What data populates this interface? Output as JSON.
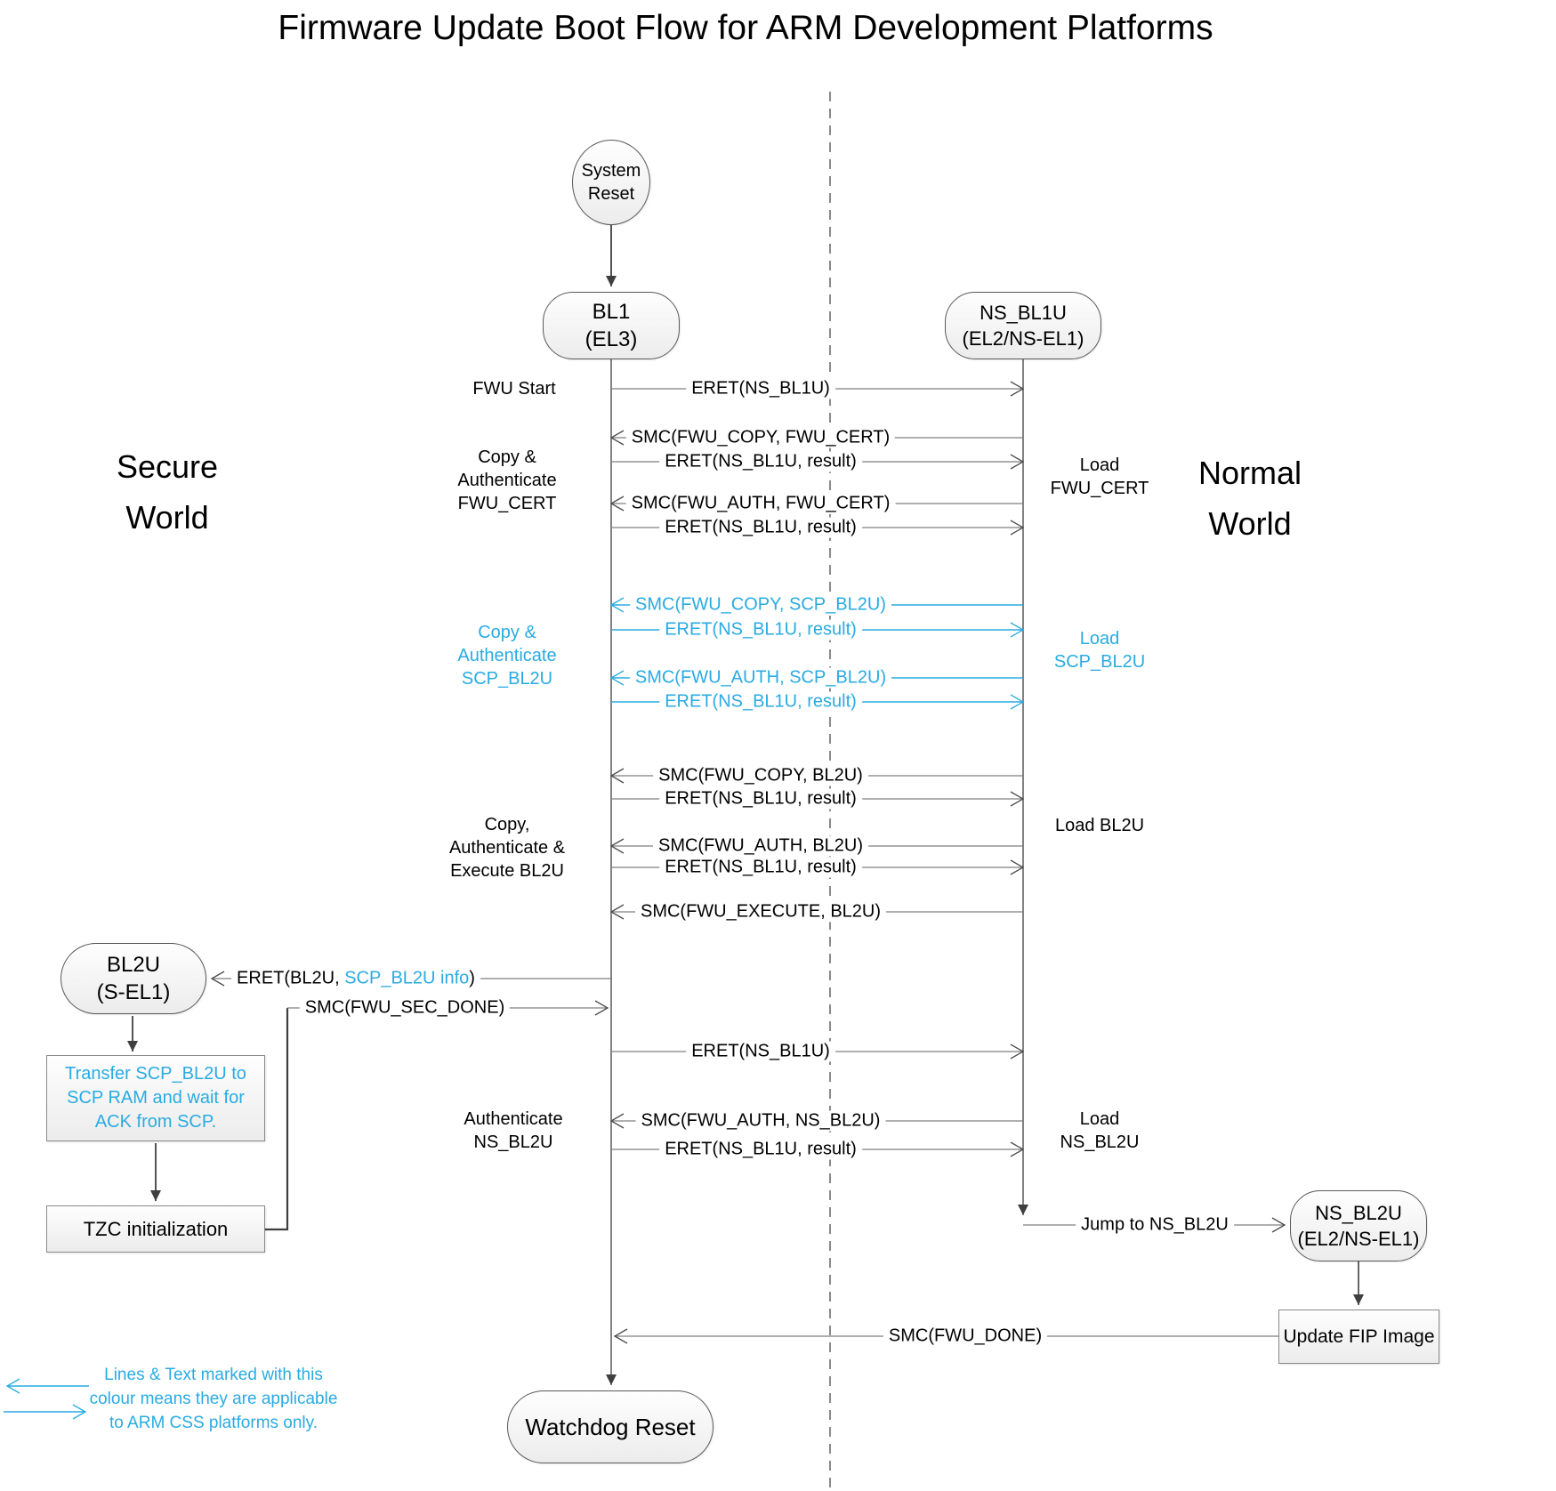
{
  "title": "Firmware Update Boot Flow for ARM Development Platforms",
  "colors": {
    "highlight": "#29ABE2",
    "line_gray": "#7f7f7f",
    "flow_dark": "#3f3f3f"
  },
  "worlds": {
    "secure": [
      "Secure",
      "World"
    ],
    "normal": [
      "Normal",
      "World"
    ]
  },
  "nodes": {
    "system_reset": {
      "lines": [
        "System",
        "Reset"
      ]
    },
    "bl1": {
      "lines": [
        "BL1",
        "(EL3)"
      ]
    },
    "ns_bl1u": {
      "lines": [
        "NS_BL1U",
        "(EL2/NS-EL1)"
      ]
    },
    "bl2u": {
      "lines": [
        "BL2U",
        "(S-EL1)"
      ]
    },
    "transfer_scp": {
      "lines": [
        "Transfer SCP_BL2U to",
        "SCP RAM and wait for",
        "ACK from SCP."
      ]
    },
    "tzc": {
      "label": "TZC initialization"
    },
    "ns_bl2u": {
      "lines": [
        "NS_BL2U",
        "(EL2/NS-EL1)"
      ]
    },
    "update_fip": {
      "label": "Update FIP Image"
    },
    "watchdog": {
      "label": "Watchdog Reset"
    }
  },
  "messages": {
    "eret_ns_bl1u_1": "ERET(NS_BL1U)",
    "smc_copy_fwu_cert": "SMC(FWU_COPY, FWU_CERT)",
    "eret_result_1": "ERET(NS_BL1U, result)",
    "smc_auth_fwu_cert": "SMC(FWU_AUTH, FWU_CERT)",
    "eret_result_2": "ERET(NS_BL1U, result)",
    "smc_copy_scp_bl2u": "SMC(FWU_COPY, SCP_BL2U)",
    "eret_result_3": "ERET(NS_BL1U, result)",
    "smc_auth_scp_bl2u": "SMC(FWU_AUTH, SCP_BL2U)",
    "eret_result_4": "ERET(NS_BL1U, result)",
    "smc_copy_bl2u": "SMC(FWU_COPY, BL2U)",
    "eret_result_5": "ERET(NS_BL1U, result)",
    "smc_auth_bl2u": "SMC(FWU_AUTH, BL2U)",
    "eret_result_6": "ERET(NS_BL1U, result)",
    "smc_execute_bl2u": "SMC(FWU_EXECUTE, BL2U)",
    "eret_bl2u": {
      "prefix": "ERET(BL2U, ",
      "highlight": "SCP_BL2U info",
      "suffix": ")"
    },
    "smc_fwu_sec_done": "SMC(FWU_SEC_DONE)",
    "eret_ns_bl1u_2": "ERET(NS_BL1U)",
    "smc_auth_ns_bl2u": "SMC(FWU_AUTH, NS_BL2U)",
    "eret_result_7": "ERET(NS_BL1U, result)",
    "jump_to_ns_bl2u": "Jump to NS_BL2U",
    "smc_fwu_done": "SMC(FWU_DONE)"
  },
  "annotations": {
    "fwu_start": "FWU Start",
    "copy_auth_fwu_cert": [
      "Copy &",
      "Authenticate",
      "FWU_CERT"
    ],
    "load_fwu_cert": [
      "Load",
      "FWU_CERT"
    ],
    "copy_auth_scp_bl2u": [
      "Copy &",
      "Authenticate",
      "SCP_BL2U"
    ],
    "load_scp_bl2u": [
      "Load",
      "SCP_BL2U"
    ],
    "copy_auth_exec_bl2u": [
      "Copy,",
      "Authenticate &",
      "Execute BL2U"
    ],
    "load_bl2u": "Load BL2U",
    "authenticate_ns_bl2u": [
      "Authenticate",
      "NS_BL2U"
    ],
    "load_ns_bl2u": [
      "Load",
      "NS_BL2U"
    ]
  },
  "legend": {
    "lines": [
      "Lines & Text marked with this",
      "colour means they are applicable",
      "to ARM CSS platforms only."
    ]
  }
}
